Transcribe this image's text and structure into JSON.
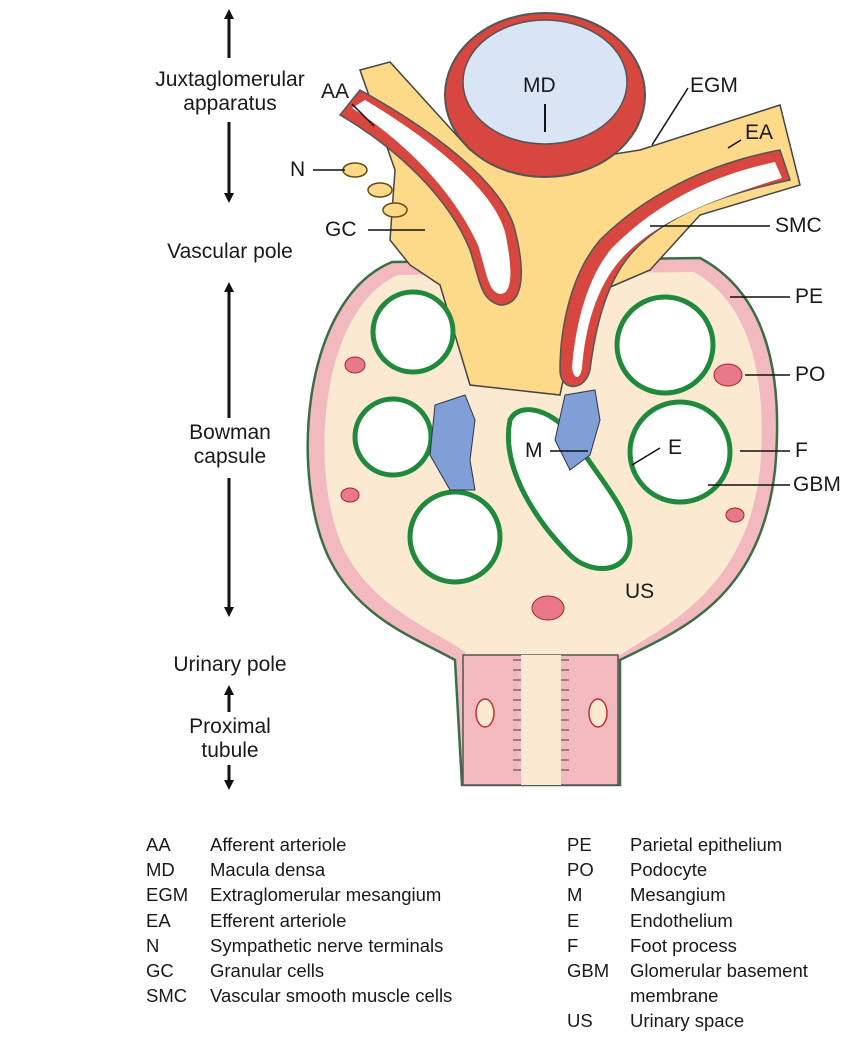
{
  "side_labels": {
    "juxtaglomerular": "Juxtaglomerular\napparatus",
    "vascular_pole": "Vascular pole",
    "bowman_capsule": "Bowman\ncapsule",
    "urinary_pole": "Urinary pole",
    "proximal_tubule": "Proximal\ntubule"
  },
  "callouts": {
    "AA": "AA",
    "MD": "MD",
    "EGM": "EGM",
    "EA": "EA",
    "N": "N",
    "GC": "GC",
    "SMC": "SMC",
    "PE": "PE",
    "PO": "PO",
    "M": "M",
    "E": "E",
    "F": "F",
    "GBM": "GBM",
    "US": "US"
  },
  "legend_left": [
    {
      "abbr": "AA",
      "desc": "Afferent arteriole"
    },
    {
      "abbr": "MD",
      "desc": "Macula densa"
    },
    {
      "abbr": "EGM",
      "desc": "Extraglomerular mesangium"
    },
    {
      "abbr": "EA",
      "desc": "Efferent arteriole"
    },
    {
      "abbr": "N",
      "desc": "Sympathetic nerve terminals"
    },
    {
      "abbr": "GC",
      "desc": "Granular cells"
    },
    {
      "abbr": "SMC",
      "desc": "Vascular smooth muscle cells"
    }
  ],
  "legend_right": [
    {
      "abbr": "PE",
      "desc": "Parietal epithelium"
    },
    {
      "abbr": "PO",
      "desc": "Podocyte"
    },
    {
      "abbr": "M",
      "desc": "Mesangium"
    },
    {
      "abbr": "E",
      "desc": "Endothelium"
    },
    {
      "abbr": "F",
      "desc": "Foot process"
    },
    {
      "abbr": "GBM",
      "desc": "Glomerular basement membrane"
    },
    {
      "abbr": "US",
      "desc": "Urinary space"
    }
  ],
  "colors": {
    "capsule_wall": "#f2b9bf",
    "urinary_space": "#fbe9d2",
    "mesangial_matrix": "#fdd98a",
    "basement_membrane": "#1f8a3c",
    "arteriole_wall": "#d8473f",
    "macula_densa_lumen": "#d9e4f4",
    "mesangium": "#7f9fd6",
    "podocyte": "#e8798a"
  }
}
